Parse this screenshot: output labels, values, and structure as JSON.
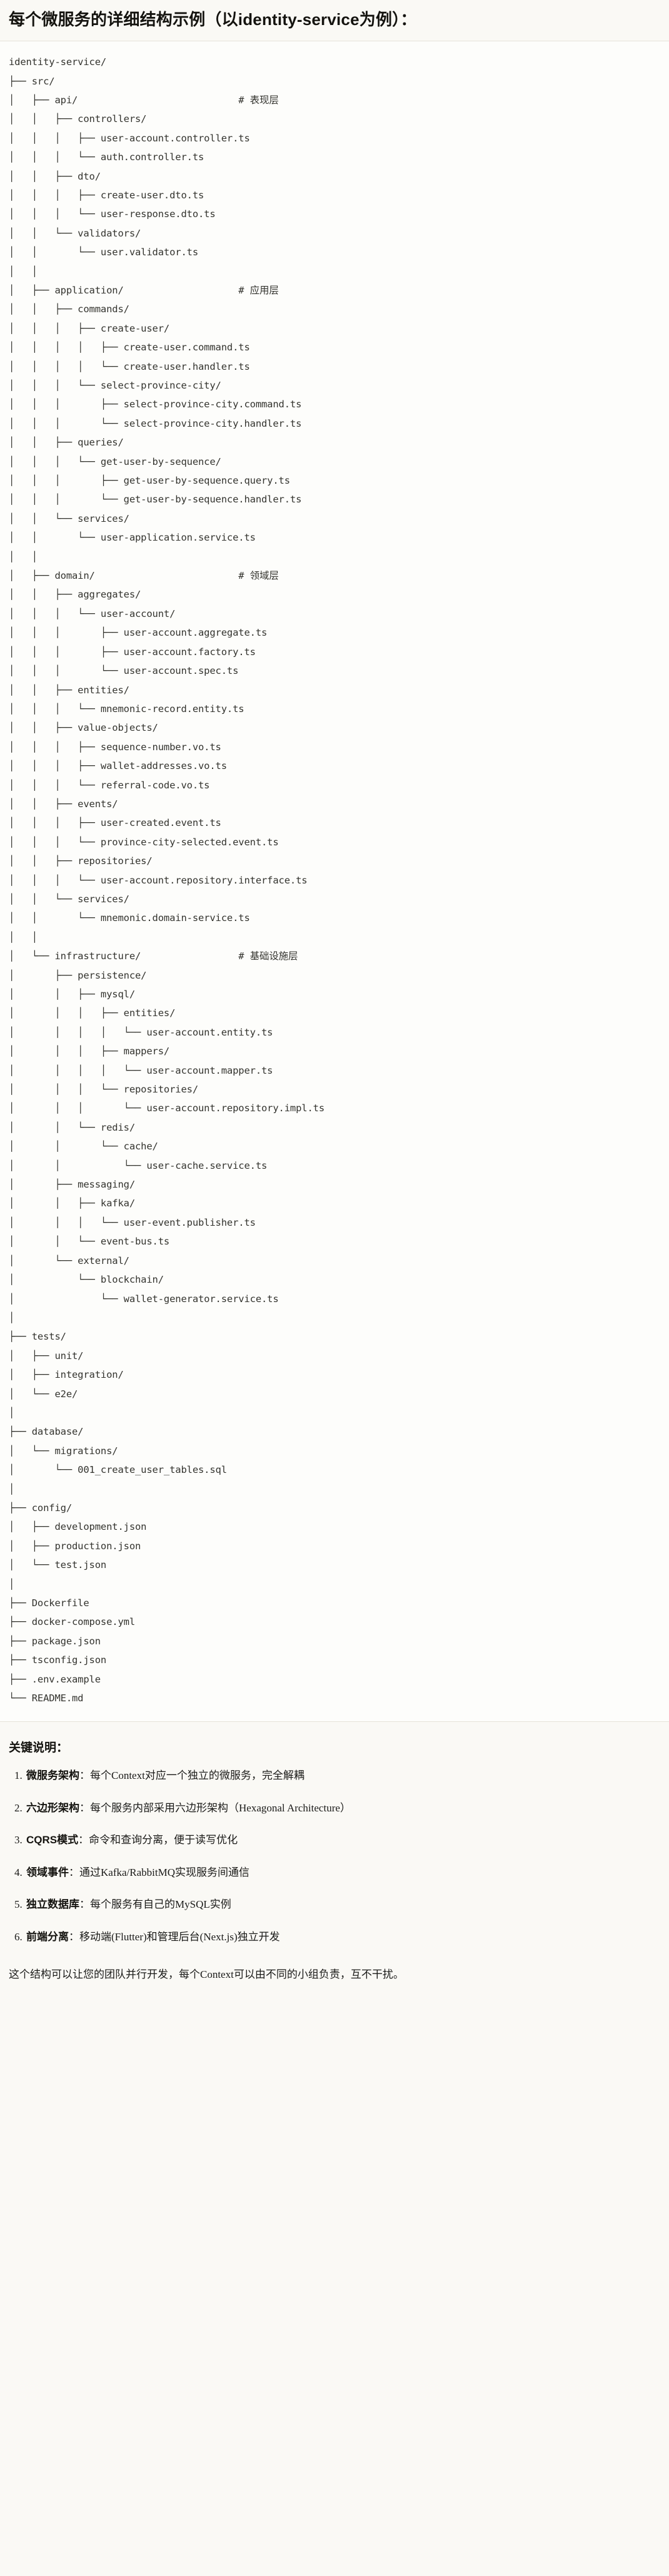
{
  "title": {
    "prefix": "每个微服务的详细结构示例",
    "paren": "（以identity-service为例）：",
    "full": "每个微服务的详细结构示例（以identity-service为例）："
  },
  "tree": {
    "language": "text",
    "root": "identity-service/",
    "comments": {
      "api": "# 表现层",
      "application": "# 应用层",
      "domain": "# 领域层",
      "infrastructure": "# 基础设施层"
    },
    "text": "identity-service/\n├── src/\n│   ├── api/                            # 表现层\n│   │   ├── controllers/\n│   │   │   ├── user-account.controller.ts\n│   │   │   └── auth.controller.ts\n│   │   ├── dto/\n│   │   │   ├── create-user.dto.ts\n│   │   │   └── user-response.dto.ts\n│   │   └── validators/\n│   │       └── user.validator.ts\n│   │\n│   ├── application/                    # 应用层\n│   │   ├── commands/\n│   │   │   ├── create-user/\n│   │   │   │   ├── create-user.command.ts\n│   │   │   │   └── create-user.handler.ts\n│   │   │   └── select-province-city/\n│   │   │       ├── select-province-city.command.ts\n│   │   │       └── select-province-city.handler.ts\n│   │   ├── queries/\n│   │   │   └── get-user-by-sequence/\n│   │   │       ├── get-user-by-sequence.query.ts\n│   │   │       └── get-user-by-sequence.handler.ts\n│   │   └── services/\n│   │       └── user-application.service.ts\n│   │\n│   ├── domain/                         # 领域层\n│   │   ├── aggregates/\n│   │   │   └── user-account/\n│   │   │       ├── user-account.aggregate.ts\n│   │   │       ├── user-account.factory.ts\n│   │   │       └── user-account.spec.ts\n│   │   ├── entities/\n│   │   │   └── mnemonic-record.entity.ts\n│   │   ├── value-objects/\n│   │   │   ├── sequence-number.vo.ts\n│   │   │   ├── wallet-addresses.vo.ts\n│   │   │   └── referral-code.vo.ts\n│   │   ├── events/\n│   │   │   ├── user-created.event.ts\n│   │   │   └── province-city-selected.event.ts\n│   │   ├── repositories/\n│   │   │   └── user-account.repository.interface.ts\n│   │   └── services/\n│   │       └── mnemonic.domain-service.ts\n│   │\n│   └── infrastructure/                 # 基础设施层\n│       ├── persistence/\n│       │   ├── mysql/\n│       │   │   ├── entities/\n│       │   │   │   └── user-account.entity.ts\n│       │   │   ├── mappers/\n│       │   │   │   └── user-account.mapper.ts\n│       │   │   └── repositories/\n│       │   │       └── user-account.repository.impl.ts\n│       │   └── redis/\n│       │       └── cache/\n│       │           └── user-cache.service.ts\n│       ├── messaging/\n│       │   ├── kafka/\n│       │   │   └── user-event.publisher.ts\n│       │   └── event-bus.ts\n│       └── external/\n│           └── blockchain/\n│               └── wallet-generator.service.ts\n│\n├── tests/\n│   ├── unit/\n│   ├── integration/\n│   └── e2e/\n│\n├── database/\n│   └── migrations/\n│       └── 001_create_user_tables.sql\n│\n├── config/\n│   ├── development.json\n│   ├── production.json\n│   └── test.json\n│\n├── Dockerfile\n├── docker-compose.yml\n├── package.json\n├── tsconfig.json\n├── .env.example\n└── README.md"
  },
  "notes": {
    "heading": "关键说明：",
    "items": [
      {
        "term": "微服务架构",
        "sep": "：",
        "desc": "每个Context对应一个独立的微服务，完全解耦"
      },
      {
        "term": "六边形架构",
        "sep": "：",
        "desc": "每个服务内部采用六边形架构（Hexagonal Architecture）"
      },
      {
        "term": "CQRS模式",
        "sep": "：",
        "desc": "命令和查询分离，便于读写优化"
      },
      {
        "term": "领域事件",
        "sep": "：",
        "desc": "通过Kafka/RabbitMQ实现服务间通信"
      },
      {
        "term": "独立数据库",
        "sep": "：",
        "desc": "每个服务有自己的MySQL实例"
      },
      {
        "term": "前端分离",
        "sep": "：",
        "desc": "移动端(Flutter)和管理后台(Next.js)独立开发"
      }
    ],
    "closing": "这个结构可以让您的团队并行开发，每个Context可以由不同的小组负责，互不干扰。"
  },
  "colors": {
    "page_bg": "#faf9f5",
    "code_bg": "#fdfdfb",
    "text": "#1a1a18",
    "rule": "#e6e3d9"
  }
}
